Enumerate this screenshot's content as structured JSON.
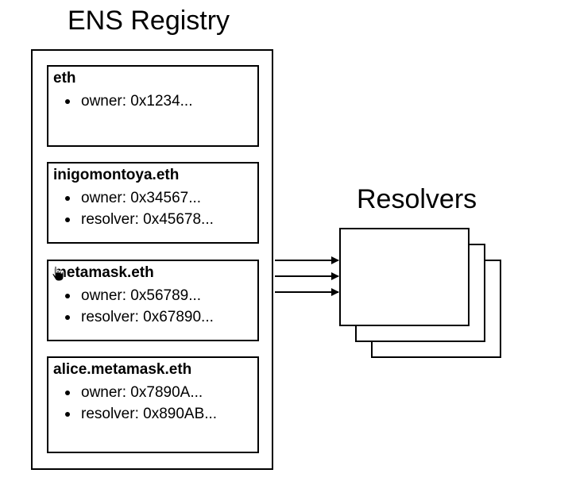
{
  "registry": {
    "title": "ENS Registry",
    "records": [
      {
        "name": "eth",
        "fields": [
          "owner: 0x1234..."
        ]
      },
      {
        "name": "inigomontoya.eth",
        "fields": [
          "owner: 0x34567...",
          "resolver: 0x45678..."
        ]
      },
      {
        "name": "metamask.eth",
        "fields": [
          "owner: 0x56789...",
          "resolver: 0x67890..."
        ]
      },
      {
        "name": "alice.metamask.eth",
        "fields": [
          "owner: 0x7890A...",
          "resolver: 0x890AB..."
        ]
      }
    ]
  },
  "resolvers": {
    "title": "Resolvers"
  },
  "icons": {
    "cursor": "hand-pointer-icon",
    "arrow": "arrow-right-icon"
  },
  "colors": {
    "line": "#000000",
    "background": "#ffffff"
  }
}
